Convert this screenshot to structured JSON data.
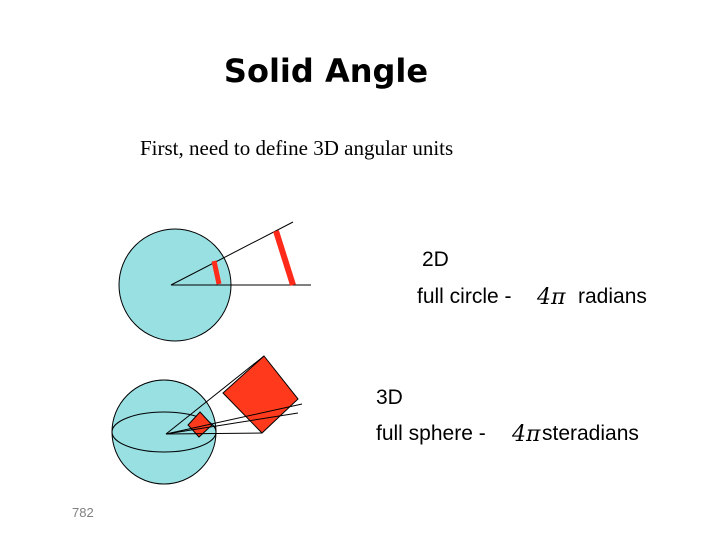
{
  "slide": {
    "title": "Solid Angle",
    "subtitle": "First, need to define 3D angular units",
    "page_number": "782"
  },
  "two_d": {
    "heading": "2D",
    "text": "full circle -",
    "symbol": "4π",
    "unit": "radians"
  },
  "three_d": {
    "heading": "3D",
    "text": "full sphere -",
    "symbol": "4π",
    "unit": "steradians"
  },
  "colors": {
    "circle_fill": "#99e0e3",
    "highlight": "#ff2a1a",
    "square_fill": "#ff3a1c",
    "line": "#000000"
  }
}
